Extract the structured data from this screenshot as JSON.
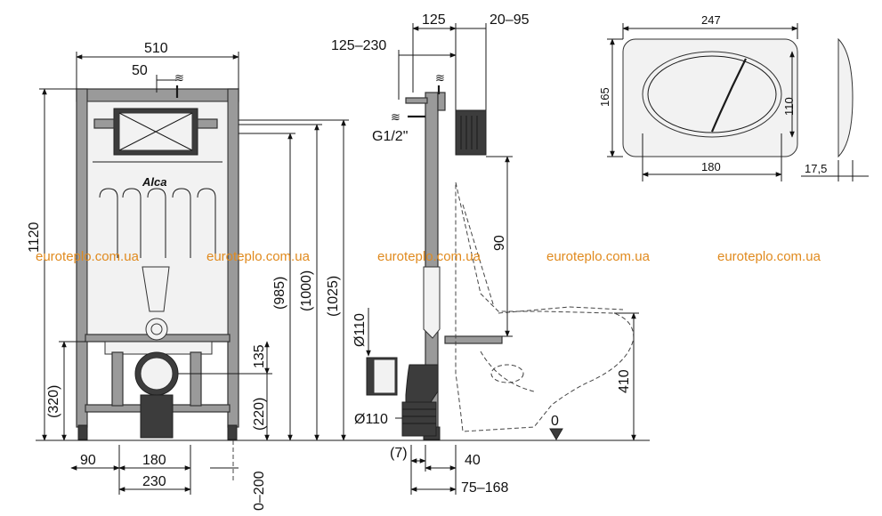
{
  "front_view": {
    "width_total": "510",
    "offset_top": "50",
    "height_total": "1120",
    "height_320": "(320)",
    "height_985": "(985)",
    "height_1000": "(1000)",
    "height_1025": "(1025)",
    "height_135": "135",
    "height_220": "(220)",
    "bottom_90": "90",
    "bottom_180": "180",
    "bottom_230": "230",
    "adjust_0_200": "0–200",
    "brand_logo": "Alca"
  },
  "side_view": {
    "depth_125": "125",
    "depth_20_95": "20–95",
    "depth_125_230": "125–230",
    "inlet_thread": "G1/2\"",
    "pipe_d110_top": "Ø110",
    "pipe_d110_bottom": "Ø110",
    "height_90": "90",
    "height_410": "410",
    "floor_zero": "0",
    "bottom_7": "(7)",
    "bottom_40": "40",
    "bottom_75_168": "75–168"
  },
  "button_plate": {
    "width_247": "247",
    "height_165": "165",
    "inner_110": "110",
    "inner_180": "180",
    "thickness_17_5": "17,5"
  },
  "watermarks": [
    "euroteplo.com.ua",
    "euroteplo.com.ua",
    "euroteplo.com.ua",
    "euroteplo.com.ua",
    "euroteplo.com.ua"
  ],
  "colors": {
    "watermark": "#e08a1e",
    "frame": "#9a9a9a",
    "line": "#1a1a1a"
  }
}
